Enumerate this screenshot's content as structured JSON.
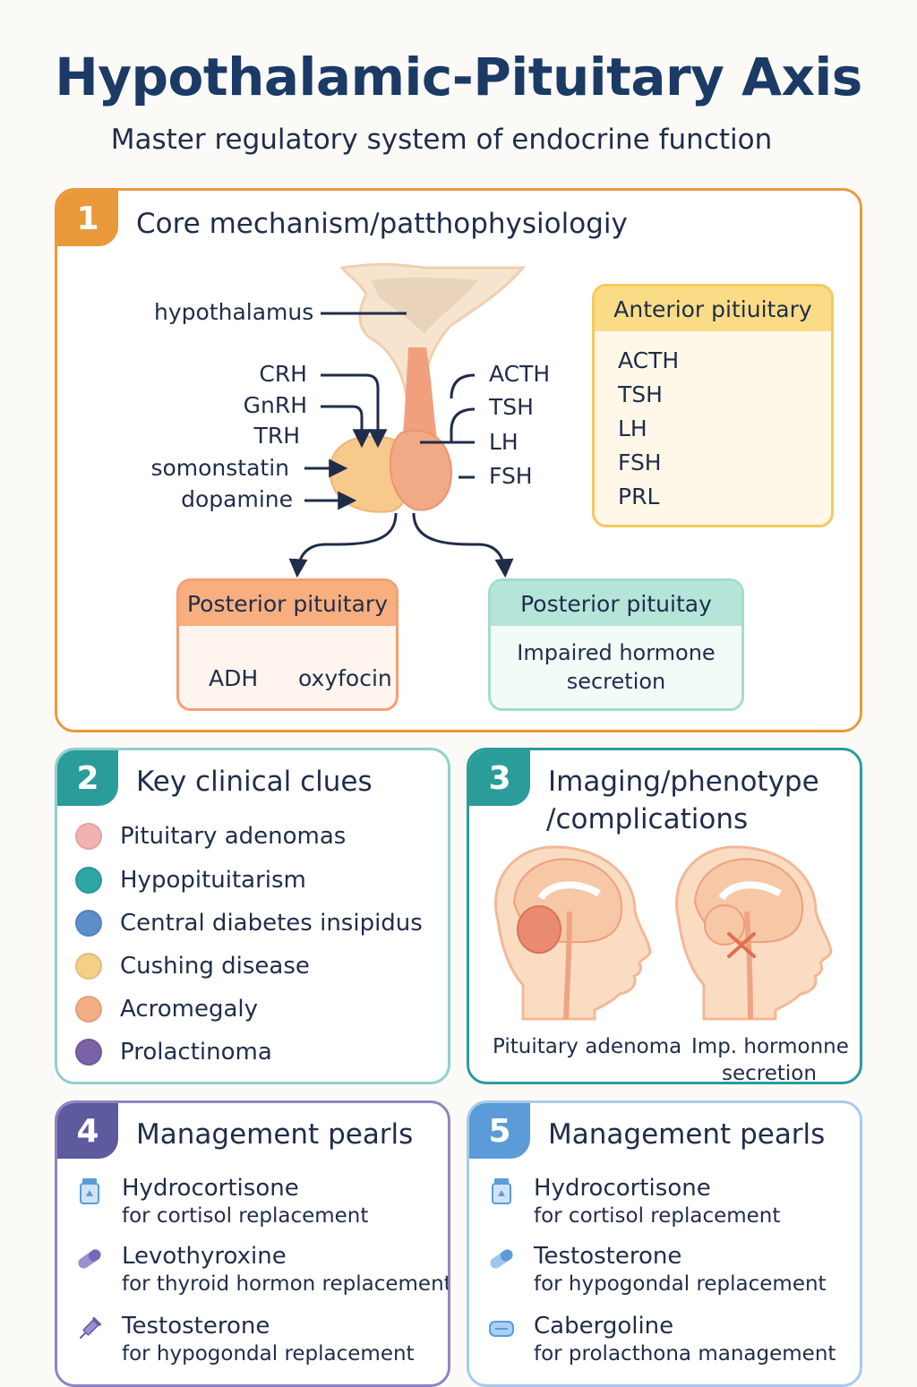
{
  "header": {
    "title": "Hypothalamic-Pituitary Axis",
    "subtitle": "Master regulatory system of endocrine function"
  },
  "colors": {
    "orange": "#e9993a",
    "teal": "#2a9c9a",
    "purple": "#5e5a9e",
    "blue": "#5b9bd8",
    "yellow": "#f4c95c"
  },
  "panel1": {
    "number": "1",
    "title": "Core mechanism/patthophysiologiy",
    "hypothalamus_label": "hypothalamus",
    "left_labels": [
      "CRH",
      "GnRH",
      "TRH",
      "somonstatin",
      "dopamine"
    ],
    "right_labels": [
      "ACTH",
      "TSH",
      "LH",
      "FSH"
    ],
    "anterior": {
      "title": "Anterior pitiuitary",
      "items": [
        "ACTH",
        "TSH",
        "LH",
        "FSH",
        "PRL"
      ]
    },
    "posterior": {
      "title": "Posterior pituitary",
      "item1": "ADH",
      "item2": "oxyfocin"
    },
    "impaired": {
      "title": "Posterior pituitay",
      "line1": "Impaired hormone",
      "line2": "secretion"
    }
  },
  "panel2": {
    "number": "2",
    "title": "Key clinical clues",
    "items": [
      {
        "label": "Pituitary adenomas",
        "color": "#f2b2b0"
      },
      {
        "label": "Hypopituitarism",
        "color": "#2fa5a6"
      },
      {
        "label": "Central diabetes insipidus",
        "color": "#5b8fc9"
      },
      {
        "label": "Cushing disease",
        "color": "#f6cf86"
      },
      {
        "label": "Acromegaly",
        "color": "#f4ae85"
      },
      {
        "label": "Prolactinoma",
        "color": "#7a62a6"
      }
    ]
  },
  "panel3": {
    "number": "3",
    "title_line1": "Imaging/phenotype",
    "title_line2": "/complications",
    "caption1": "Pituitary adenoma",
    "caption2_line1": "Imp. hormonne",
    "caption2_line2": "secretion"
  },
  "panel4": {
    "number": "4",
    "title": "Management pearls",
    "items": [
      {
        "name": "Hydrocortisone",
        "desc": "for cortisol replacement",
        "icon": "pill-bottle-icon"
      },
      {
        "name": "Levothyroxine",
        "desc": "for thyroid hormon replacement",
        "icon": "capsule-icon"
      },
      {
        "name": "Testosterone",
        "desc": "for hypogondal replacement",
        "icon": "syringe-icon"
      }
    ]
  },
  "panel5": {
    "number": "5",
    "title": "Management pearls",
    "items": [
      {
        "name": "Hydrocortisone",
        "desc": "for cortisol replacement",
        "icon": "pill-bottle-icon"
      },
      {
        "name": "Testosterone",
        "desc": "for hypogondal replacement",
        "icon": "capsule-icon"
      },
      {
        "name": "Cabergoline",
        "desc": "for prolacthona management",
        "icon": "tablet-icon"
      }
    ]
  }
}
